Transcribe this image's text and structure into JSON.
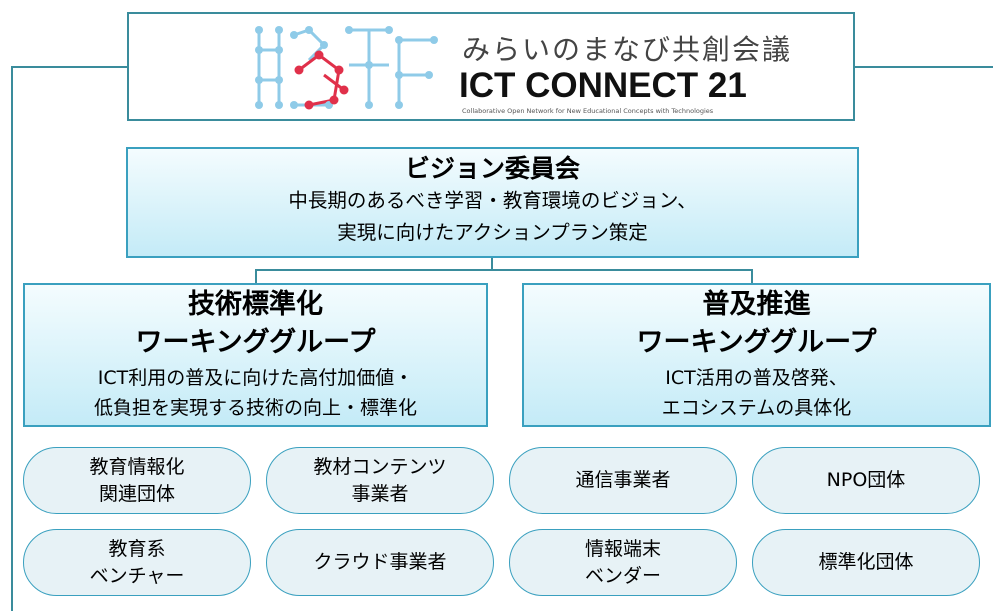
{
  "logo": {
    "tagline": "みらいのまなび共創会議",
    "title": "ICT CONNECT 21",
    "subtitle": "Collaborative Open Network for New Educational Concepts with Technologies",
    "colors": {
      "mark_blue": "#7fc3e4",
      "mark_red": "#e0304a",
      "frame": "#3a8c9c"
    }
  },
  "vision": {
    "title": "ビジョン委員会",
    "line1": "中長期のあるべき学習・教育環境のビジョン、",
    "line2": "実現に向けたアクションプラン策定"
  },
  "wg_standard": {
    "title1": "技術標準化",
    "title2": "ワーキンググループ",
    "line1": "ICT利用の普及に向けた高付加価値・",
    "line2": "低負担を実現する技術の向上・標準化"
  },
  "wg_promotion": {
    "title1": "普及推進",
    "title2": "ワーキンググループ",
    "line1": "ICT活用の普及啓発、",
    "line2": "エコシステムの具体化"
  },
  "members": [
    "教育情報化\n関連団体",
    "教材コンテンツ\n事業者",
    "通信事業者",
    "NPO団体",
    "教育系\nベンチャー",
    "クラウド事業者",
    "情報端末\nベンダー",
    "標準化団体"
  ],
  "colors": {
    "box_border": "#3aa0bf",
    "box_fill_top": "#f4fcfe",
    "box_fill_bottom": "#c4ebf7",
    "pill_fill": "#e7f2f6"
  }
}
